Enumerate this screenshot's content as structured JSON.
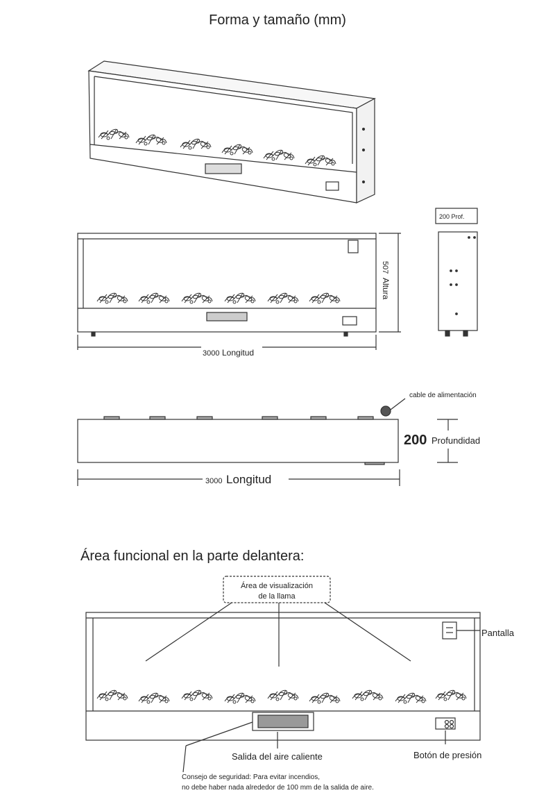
{
  "title": "Forma y tamaño (mm)",
  "front_view": {
    "length_value": "3000",
    "length_word": "Longitud",
    "height_value": "507",
    "height_word": "Altura"
  },
  "side_view": {
    "depth_label": "200 Prof."
  },
  "top_view": {
    "cable_label": "cable de alimentación",
    "depth_value": "200",
    "depth_word": "Profundidad",
    "length_value": "3000",
    "length_word": "Longitud"
  },
  "functional": {
    "section_title": "Área funcional en la parte delantera:",
    "flame_area_line1": "Área de visualización",
    "flame_area_line2": "de la llama",
    "screen_label": "Pantalla",
    "hot_air_label": "Salida del aire caliente",
    "button_label": "Botón de presión",
    "safety_line1": "Consejo de seguridad: Para evitar incendios,",
    "safety_line2": "no debe haber nada alrededor de 100 mm de la salida de aire."
  },
  "colors": {
    "stroke": "#333333",
    "background": "#ffffff"
  }
}
